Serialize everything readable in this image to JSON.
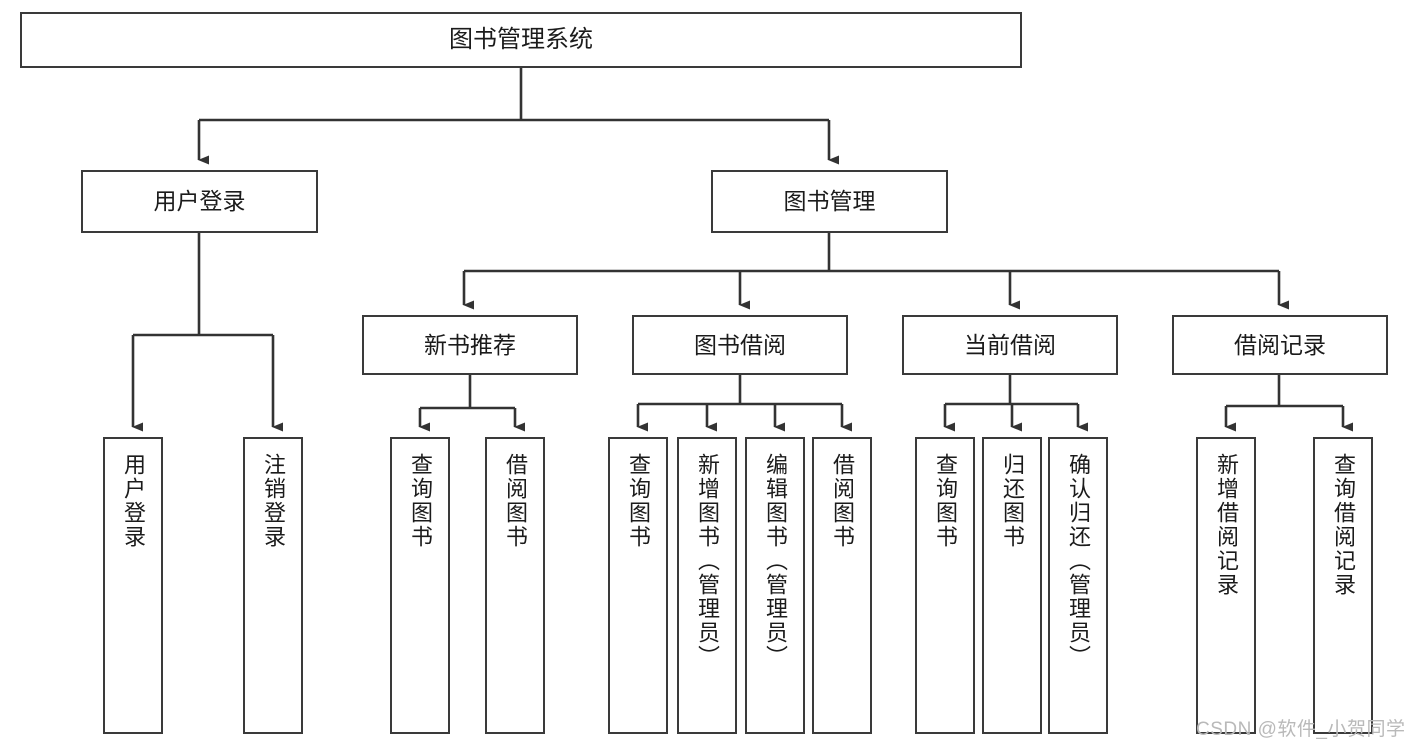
{
  "diagram": {
    "title": "图书管理系统",
    "watermark": "CSDN @软件_小贺同学",
    "colors": {
      "border": "#3a3a3a",
      "background": "#ffffff",
      "text": "#1b1b1b",
      "connector": "#333333",
      "watermark": "#b9b9b9"
    },
    "nodes": {
      "root": {
        "label": "图书管理系统"
      },
      "level2": [
        {
          "label": "用户登录"
        },
        {
          "label": "图书管理"
        }
      ],
      "level3": [
        {
          "label": "新书推荐"
        },
        {
          "label": "图书借阅"
        },
        {
          "label": "当前借阅"
        },
        {
          "label": "借阅记录"
        }
      ],
      "leaves": {
        "user_login": [
          {
            "label": "用户登录"
          },
          {
            "label": "注销登录"
          }
        ],
        "new_book_rec": [
          {
            "label": "查询图书"
          },
          {
            "label": "借阅图书"
          }
        ],
        "book_borrow": [
          {
            "label": "查询图书"
          },
          {
            "label": "新增图书（管理员）"
          },
          {
            "label": "编辑图书（管理员）"
          },
          {
            "label": "借阅图书"
          }
        ],
        "current_borrow": [
          {
            "label": "查询图书"
          },
          {
            "label": "归还图书"
          },
          {
            "label": "确认归还（管理员）"
          }
        ],
        "borrow_record": [
          {
            "label": "新增借阅记录"
          },
          {
            "label": "查询借阅记录"
          }
        ]
      }
    }
  }
}
